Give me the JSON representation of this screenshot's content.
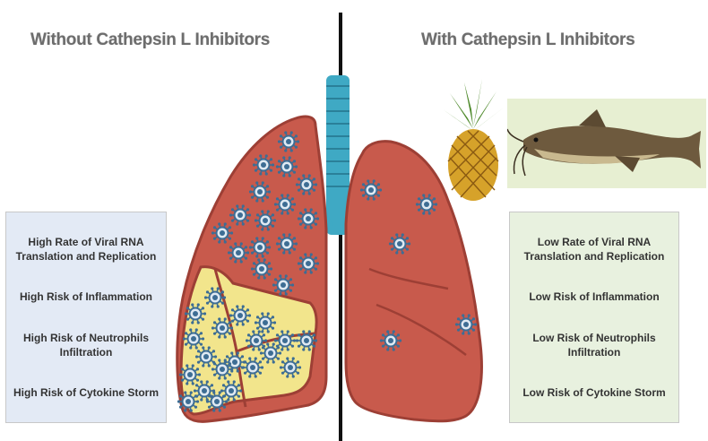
{
  "left": {
    "title": "Without Cathepsin L Inhibitors",
    "items": [
      {
        "line1": "High Rate of Viral RNA",
        "line2": "Translation and Replication"
      },
      {
        "line1": "High Risk of Inflammation",
        "line2": ""
      },
      {
        "line1": "High Risk of Neutrophils",
        "line2": "Infiltration"
      },
      {
        "line1": "High Risk of Cytokine Storm",
        "line2": ""
      }
    ]
  },
  "right": {
    "title": "With Cathepsin L Inhibitors",
    "items": [
      {
        "line1": "Low Rate of Viral RNA",
        "line2": "Translation and Replication"
      },
      {
        "line1": "Low Risk of Inflammation",
        "line2": ""
      },
      {
        "line1": "Low Risk of Neutrophils",
        "line2": "Infiltration"
      },
      {
        "line1": "Low Risk of Cytokine Storm",
        "line2": ""
      }
    ]
  },
  "colors": {
    "lung": "#c85a4c",
    "lung_dark": "#9d3f35",
    "trachea": "#3fa9c4",
    "inflammation": "#f2e58c",
    "virus": "#3d6d94",
    "left_panel_bg": "#e3eaf5",
    "right_panel_bg": "#e8f1df"
  },
  "icons": {
    "pineapple": "pineapple-icon",
    "fish": "catfish-icon",
    "virus": "virus-icon"
  }
}
